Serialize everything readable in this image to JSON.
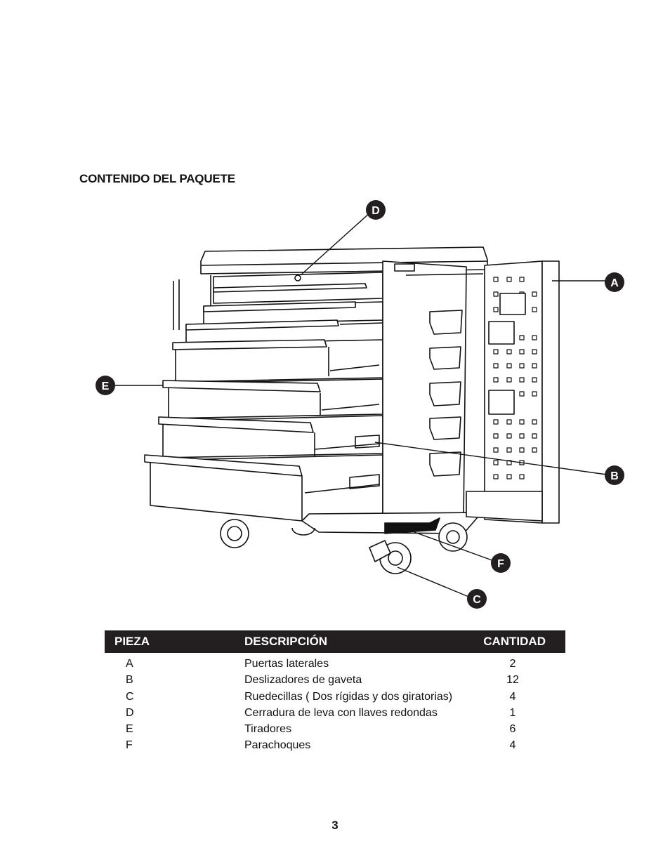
{
  "section_title": "CONTENIDO DEL PAQUETE",
  "callouts": {
    "a": "A",
    "b": "B",
    "c": "C",
    "d": "D",
    "e": "E",
    "f": "F"
  },
  "table": {
    "headers": {
      "piece": "PIEZA",
      "description": "DESCRIPCIÓN",
      "quantity": "CANTIDAD"
    },
    "rows": [
      {
        "piece": "A",
        "description": "Puertas laterales",
        "quantity": "2"
      },
      {
        "piece": "B",
        "description": "Deslizadores de gaveta",
        "quantity": "12"
      },
      {
        "piece": "C",
        "description": "Ruedecillas ( Dos rígidas y dos giratorias)",
        "quantity": "4"
      },
      {
        "piece": "D",
        "description": "Cerradura de leva con llaves redondas",
        "quantity": "1"
      },
      {
        "piece": "E",
        "description": "Tiradores",
        "quantity": "6"
      },
      {
        "piece": "F",
        "description": "Parachoques",
        "quantity": "4"
      }
    ]
  },
  "page_number": "3"
}
